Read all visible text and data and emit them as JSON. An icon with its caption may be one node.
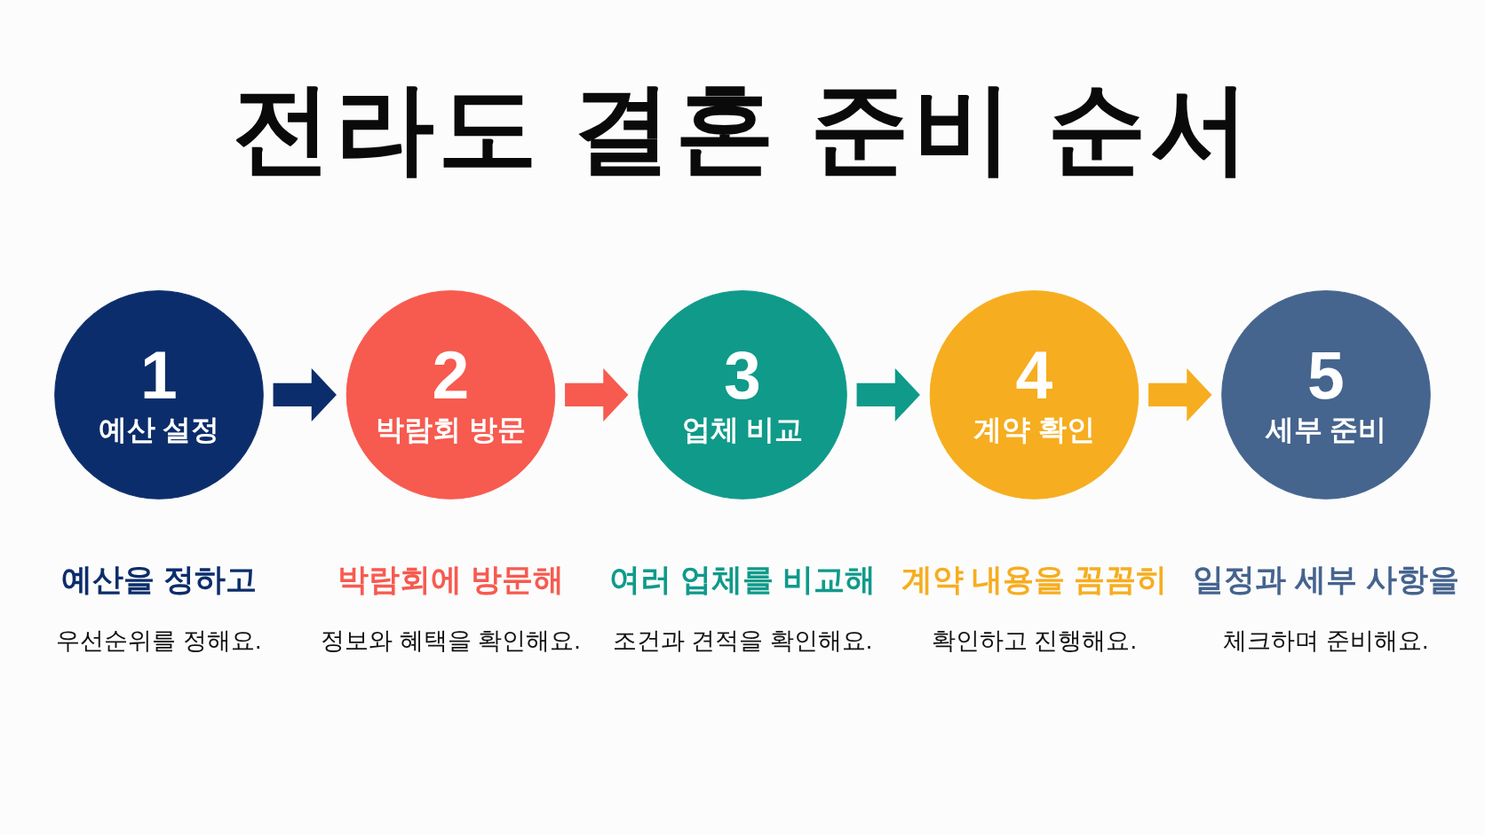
{
  "diagram": {
    "title": "전라도 결혼 준비 순서",
    "nodes": [
      {
        "text": [
          "1",
          "예산 설정"
        ],
        "beside": [
          "예산을 정하고",
          "우선순위를 정해요."
        ]
      },
      {
        "text": [
          "2",
          "박람회 방문"
        ],
        "beside": [
          "박람회에 방문해",
          "정보와 혜택을 확인해요."
        ]
      },
      {
        "text": [
          "3",
          "업체 비교"
        ],
        "beside": [
          "여러 업체를 비교해",
          "조건과 견적을 확인해요."
        ]
      },
      {
        "text": [
          "4",
          "계약 확인"
        ],
        "beside": [
          "계약 내용을 꼼꼼히",
          "확인하고 진행해요."
        ]
      },
      {
        "text": [
          "5",
          "세부 준비"
        ],
        "beside": [
          "일정과 세부 사항을",
          "체크하며 준비해요."
        ]
      }
    ],
    "edges": [
      {
        "from": 0,
        "to": 1,
        "arrow": "to",
        "color": "#0c2d6b"
      },
      {
        "from": 1,
        "to": 2,
        "arrow": "to",
        "color": "#f75a4f"
      },
      {
        "from": 2,
        "to": 3,
        "arrow": "to",
        "color": "#0f9a8a"
      },
      {
        "from": 3,
        "to": 4,
        "arrow": "to",
        "color": "#f6ad1f"
      }
    ]
  }
}
